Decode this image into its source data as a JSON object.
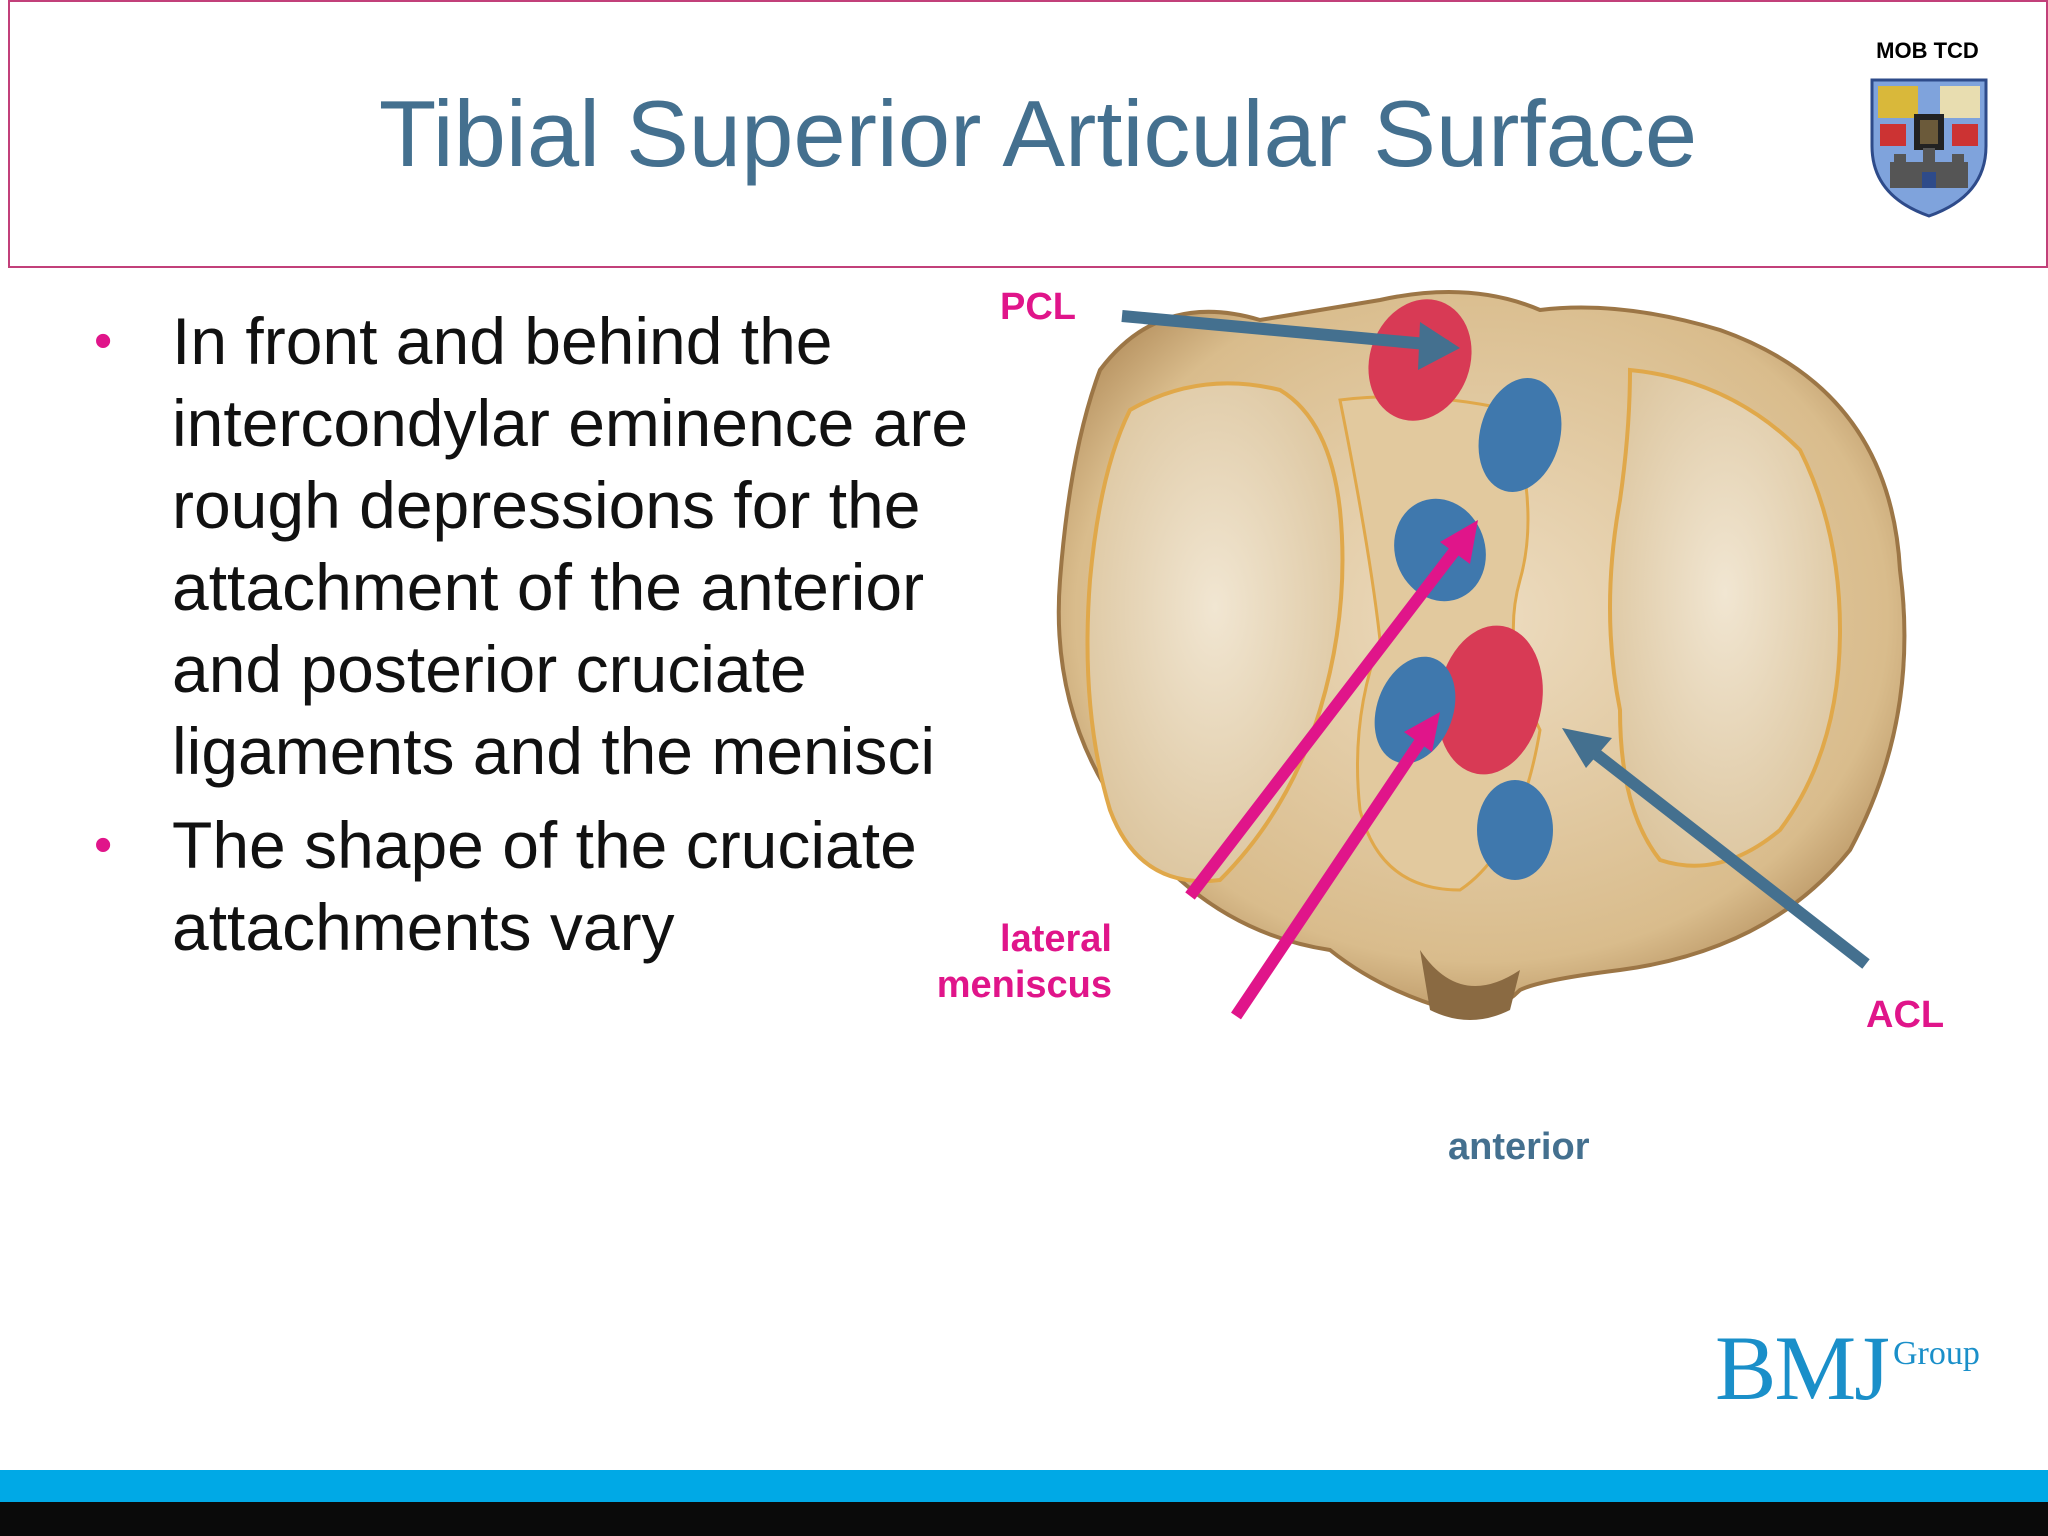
{
  "slide": {
    "title": "Tibial Superior Articular Surface",
    "crest_label": "MOB TCD",
    "bullets": [
      "In front and behind the intercondylar eminence are rough depressions for the attachment of the anterior and posterior cruciate ligaments and the menisci",
      "The shape of the cruciate attachments vary"
    ]
  },
  "figure": {
    "labels": {
      "pcl": "PCL",
      "lateral_meniscus_line1": "lateral",
      "lateral_meniscus_line2": "meniscus",
      "acl": "ACL",
      "anterior": "anterior"
    },
    "colors": {
      "ligament_red": "#d83a55",
      "meniscus_blue": "#3f78ad",
      "arrow_blue": "#44708f",
      "arrow_pink": "#e0158a",
      "bone": "#e9d6b4"
    }
  },
  "logo": {
    "main": "BMJ",
    "sup": "Group"
  },
  "theme": {
    "title_color": "#44708f",
    "accent_pink": "#e0158a",
    "footer_blue": "#00a9e6"
  }
}
